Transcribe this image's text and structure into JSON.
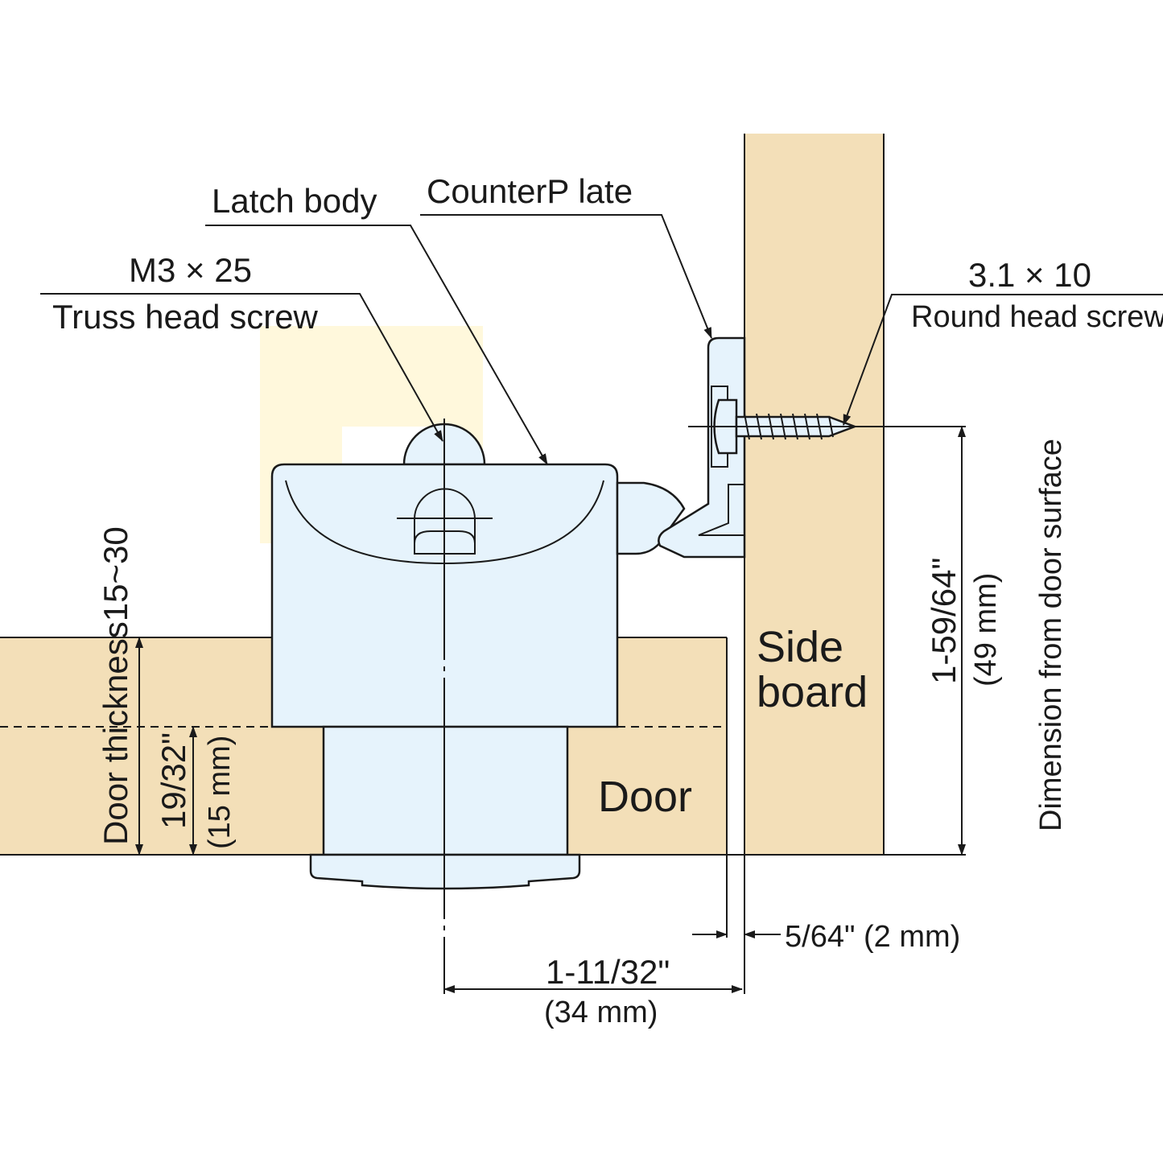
{
  "labels": {
    "latch_body": "Latch body",
    "counter_plate": "CounterP late",
    "m3_size": "M3 × 25",
    "truss_screw": "Truss head screw",
    "round_size": "3.1 × 10",
    "round_screw": "Round head screw",
    "door_thickness": "Door thickness15~30",
    "depth_in": "19/32\"",
    "depth_mm": "(15 mm)",
    "door": "Door",
    "side_line1": "Side",
    "side_line2": "board",
    "height_in": "1-59/64\"",
    "height_mm": "(49 mm)",
    "dimension_note": "Dimension from door surface",
    "gap": "5/64\" (2 mm)",
    "offset_in": "1-11/32\"",
    "offset_mm": "(34 mm)"
  },
  "colors": {
    "wood": "#f3dfb8",
    "metal": "#e6f3fc",
    "highlight": "#fff8dc"
  }
}
